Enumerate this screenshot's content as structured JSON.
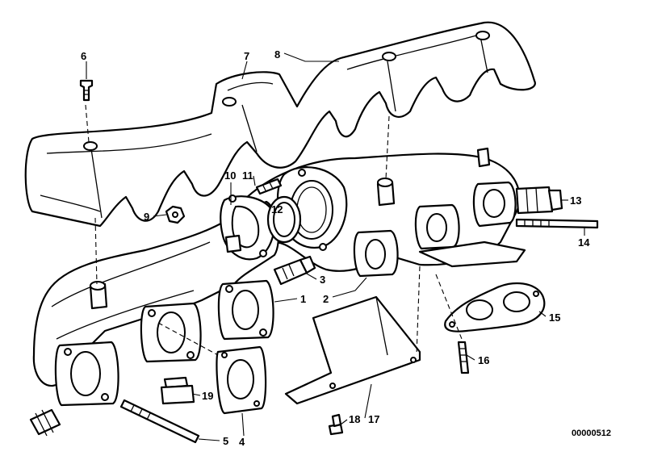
{
  "diagram": {
    "ref_code": "00000512",
    "callouts": [
      "1",
      "2",
      "3",
      "4",
      "5",
      "6",
      "7",
      "8",
      "9",
      "10",
      "11",
      "12",
      "13",
      "14",
      "15",
      "16",
      "17",
      "18",
      "19"
    ]
  }
}
